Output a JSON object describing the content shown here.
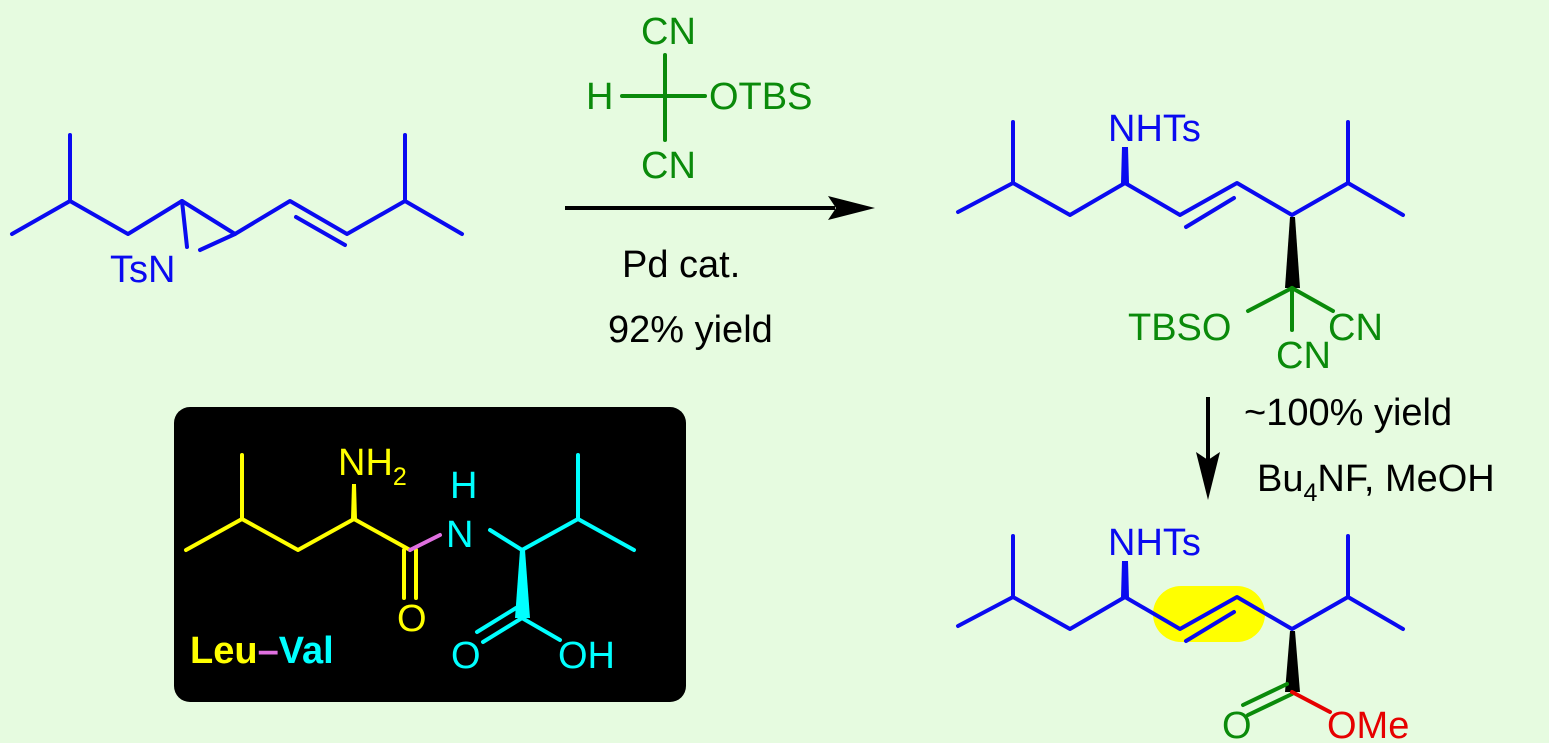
{
  "colors": {
    "background": "#e6fbe0",
    "skeleton_blue": "#0a0af0",
    "reagent_green": "#0a8a0a",
    "ester_red": "#e60000",
    "bond_black": "#000000",
    "leu_yellow": "#ffff00",
    "val_cyan": "#00ffff",
    "peptide_bond_magenta": "#e070e0",
    "highlight": "#ffff00",
    "box_black": "#000000"
  },
  "reactant": {
    "aziridine_label": "TsN"
  },
  "reagent": {
    "top_cn": "CN",
    "h": "H",
    "otbs": "OTBS",
    "bottom_cn": "CN",
    "catalyst": "Pd cat.",
    "yield": "92% yield"
  },
  "product1": {
    "nhts": "NHTs",
    "tbso": "TBSO",
    "cn_right": "CN",
    "cn_bottom": "CN"
  },
  "step2": {
    "yield": "~100% yield",
    "reagent_bu": "Bu",
    "reagent_sub": "4",
    "reagent_rest": "NF, MeOH"
  },
  "product2": {
    "nhts": "NHTs",
    "o": "O",
    "ome": "OMe"
  },
  "dipeptide": {
    "nh2_main": "NH",
    "nh2_sub": "2",
    "h": "H",
    "n": "N",
    "o_leu": "O",
    "o_val": "O",
    "oh": "OH",
    "label_leu": "Leu",
    "label_dash": "–",
    "label_val": "Val"
  }
}
